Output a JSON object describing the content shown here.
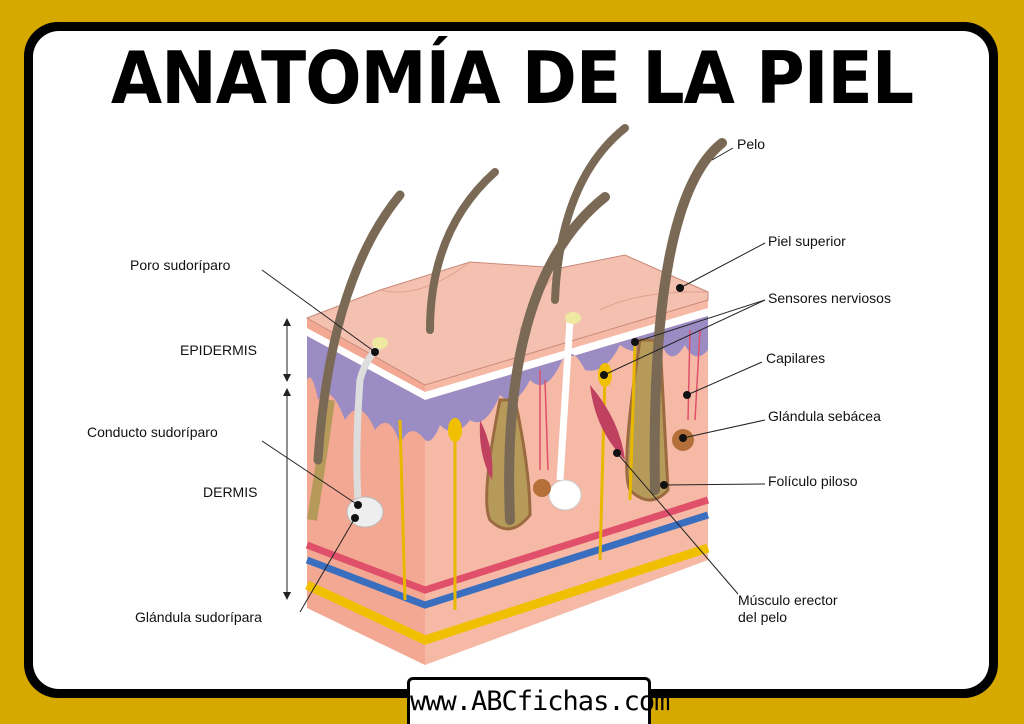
{
  "title": "ANATOMÍA DE LA PIEL",
  "labels": {
    "pelo": "Pelo",
    "piel_superior": "Piel superior",
    "sensores": "Sensores nerviosos",
    "capilares": "Capilares",
    "glandula_sebacea": "Glándula sebácea",
    "foliculo": "Folículo piloso",
    "musculo_1": "Músculo erector",
    "musculo_2": "del pelo",
    "poro": "Poro sudoríparo",
    "epidermis": "EPIDERMIS",
    "conducto": "Conducto sudoríparo",
    "dermis": "DERMIS",
    "glandula_sudoripara": "Glándula sudorípara"
  },
  "footer": "www.ABCfichas.com",
  "colors": {
    "background": "#d6a900",
    "epidermis": "#9c8cc4",
    "dermis": "#eea48e",
    "artery": "#e0506a",
    "vein": "#3a6fc0",
    "nerve": "#f0c000",
    "hair": "#7a6a55"
  }
}
